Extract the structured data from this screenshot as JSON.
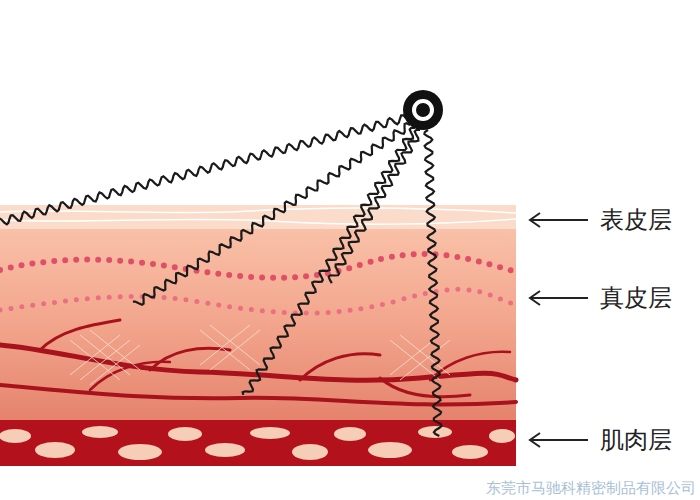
{
  "diagram": {
    "labels": [
      "表皮层",
      "真皮层",
      "肌肉层",
      "东莞市马驰科精密制品有限公司"
    ]
  }
}
